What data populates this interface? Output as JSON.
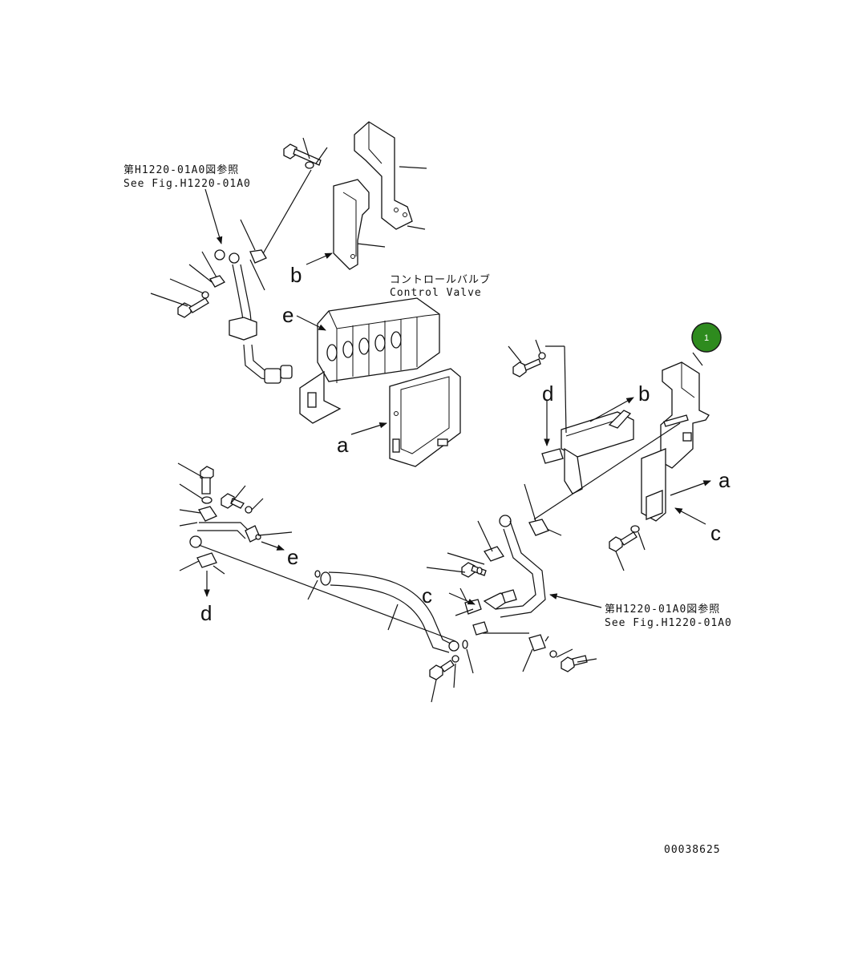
{
  "callouts": {
    "top_ref_jp": "第H1220-01A0図参照",
    "top_ref_en": "See Fig.H1220-01A0",
    "right_ref_jp": "第H1220-01A0図参照",
    "right_ref_en": "See Fig.H1220-01A0",
    "control_valve_jp": "コントロールバルブ",
    "control_valve_en": "Control Valve"
  },
  "letters": {
    "a1": "a",
    "a2": "a",
    "b1": "b",
    "b2": "b",
    "c1": "c",
    "c2": "c",
    "d1": "d",
    "d2": "d",
    "e1": "e",
    "e2": "e"
  },
  "badge": {
    "label": "1",
    "color": "#2e8b1e"
  },
  "drawing_number": "00038625"
}
